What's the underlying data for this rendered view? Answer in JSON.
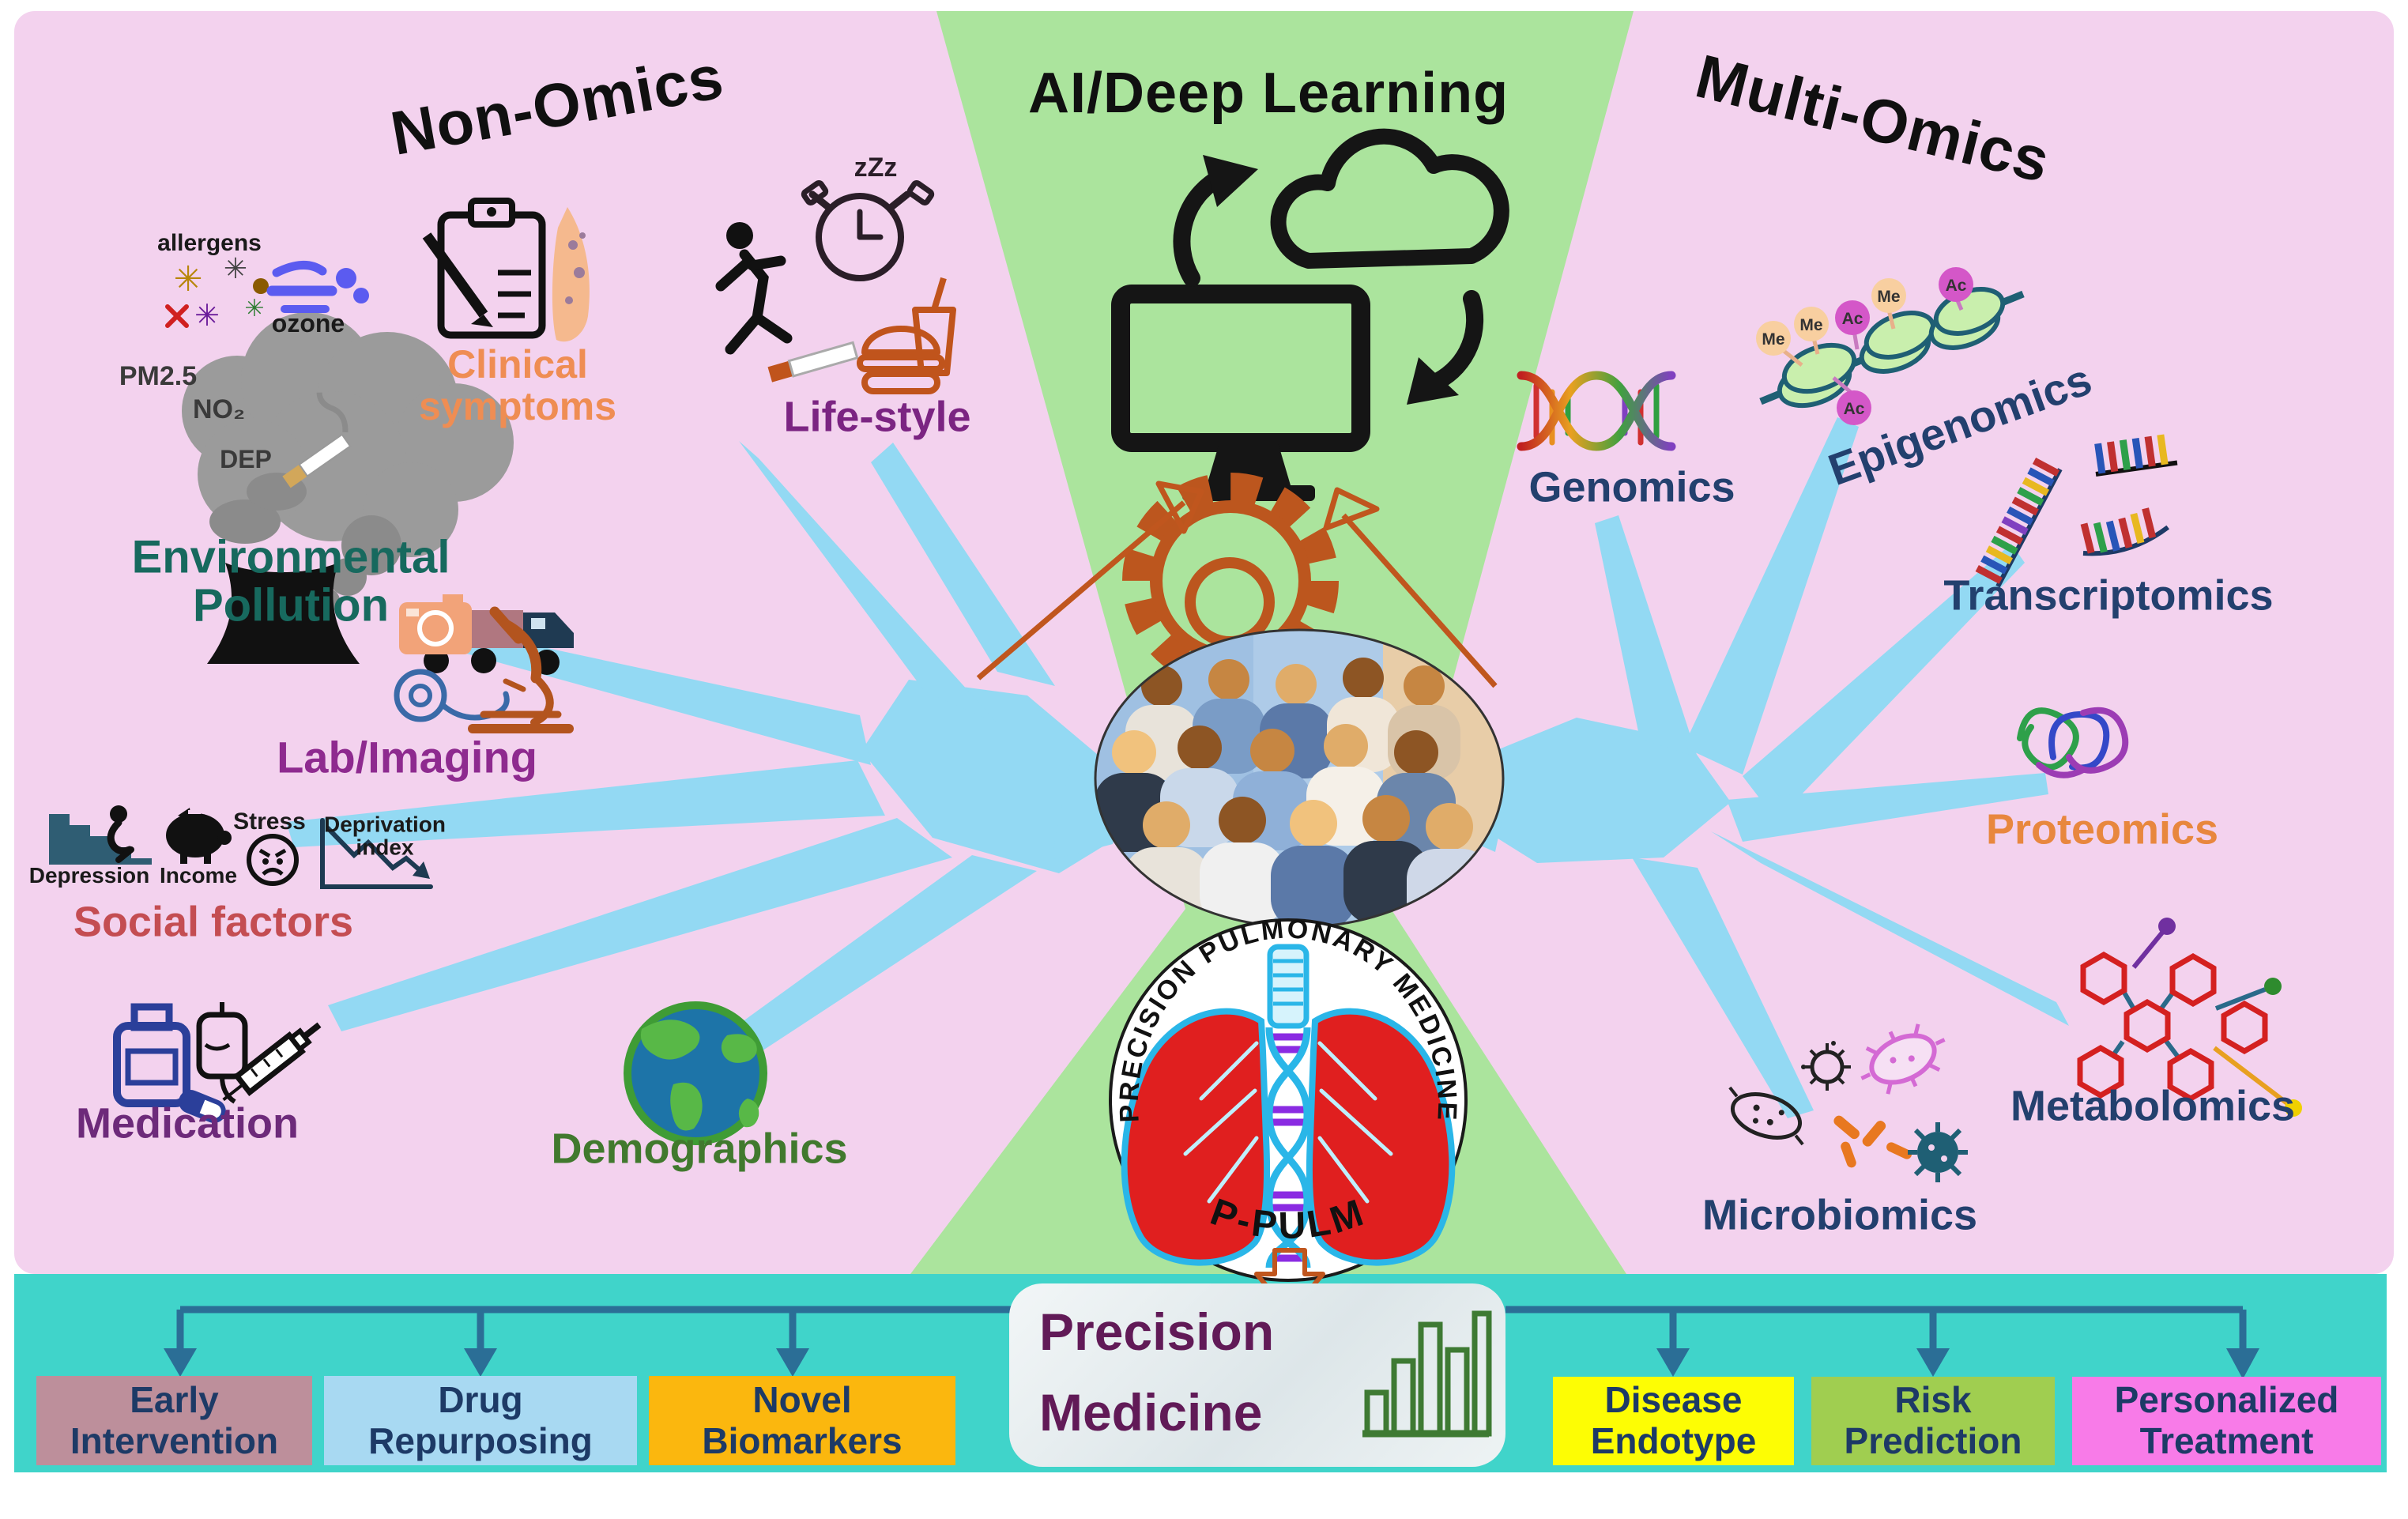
{
  "colors": {
    "background_pink": "#f3d2ee",
    "wedge_green": "#abe49d",
    "bar_teal": "#40d4ca",
    "branch_blue": "#93d9f3",
    "accent_orange": "#c0561e",
    "navy_text": "#1d3a66",
    "connector": "#2b6e96",
    "precision_text": "#611a57"
  },
  "titles": {
    "non_omics": "Non-Omics",
    "ai": "AI/Deep Learning",
    "multi_omics": "Multi-Omics"
  },
  "non_omics": {
    "environmental": {
      "line1": "Environmental",
      "line2": "Pollution",
      "allergens": "allergens",
      "ozone": "ozone",
      "pm25": "PM2.5",
      "no2": "NO₂",
      "dep": "DEP"
    },
    "clinical": {
      "line1": "Clinical",
      "line2": "symptoms"
    },
    "lifestyle": {
      "label": "Life-style",
      "sleep": "zZz"
    },
    "lab": {
      "label": "Lab/Imaging"
    },
    "social": {
      "label": "Social factors",
      "depression": "Depression",
      "income": "Income",
      "stress": "Stress",
      "deprivation_line1": "Deprivation",
      "deprivation_line2": "index"
    },
    "medication": {
      "label": "Medication"
    },
    "demographics": {
      "label": "Demographics"
    }
  },
  "multi_omics": {
    "genomics": {
      "label": "Genomics"
    },
    "epigenomics": {
      "label": "Epigenomics",
      "marks": [
        "Me",
        "Me",
        "Ac",
        "Me",
        "Ac",
        "Ac"
      ]
    },
    "transcriptomics": {
      "label": "Transcriptomics"
    },
    "proteomics": {
      "label": "Proteomics"
    },
    "metabolomics": {
      "label": "Metabolomics"
    },
    "microbiomics": {
      "label": "Microbiomics"
    }
  },
  "center": {
    "arc_text": "PRECISION PULMONARY MEDICINE",
    "logo_name": "P-PULM"
  },
  "precision_medicine": {
    "line1": "Precision",
    "line2": "Medicine"
  },
  "outcomes": [
    {
      "line1": "Early",
      "line2": "Intervention",
      "color": "#bd8f9b"
    },
    {
      "line1": "Drug",
      "line2": "Repurposing",
      "color": "#a8d9f2"
    },
    {
      "line1": "Novel",
      "line2": "Biomarkers",
      "color": "#fbb70e"
    },
    {
      "line1": "Disease",
      "line2": "Endotype",
      "color": "#fdfd04"
    },
    {
      "line1": "Risk",
      "line2": "Prediction",
      "color": "#a0ce50"
    },
    {
      "line1": "Personalized",
      "line2": "Treatment",
      "color": "#f87be8"
    }
  ]
}
